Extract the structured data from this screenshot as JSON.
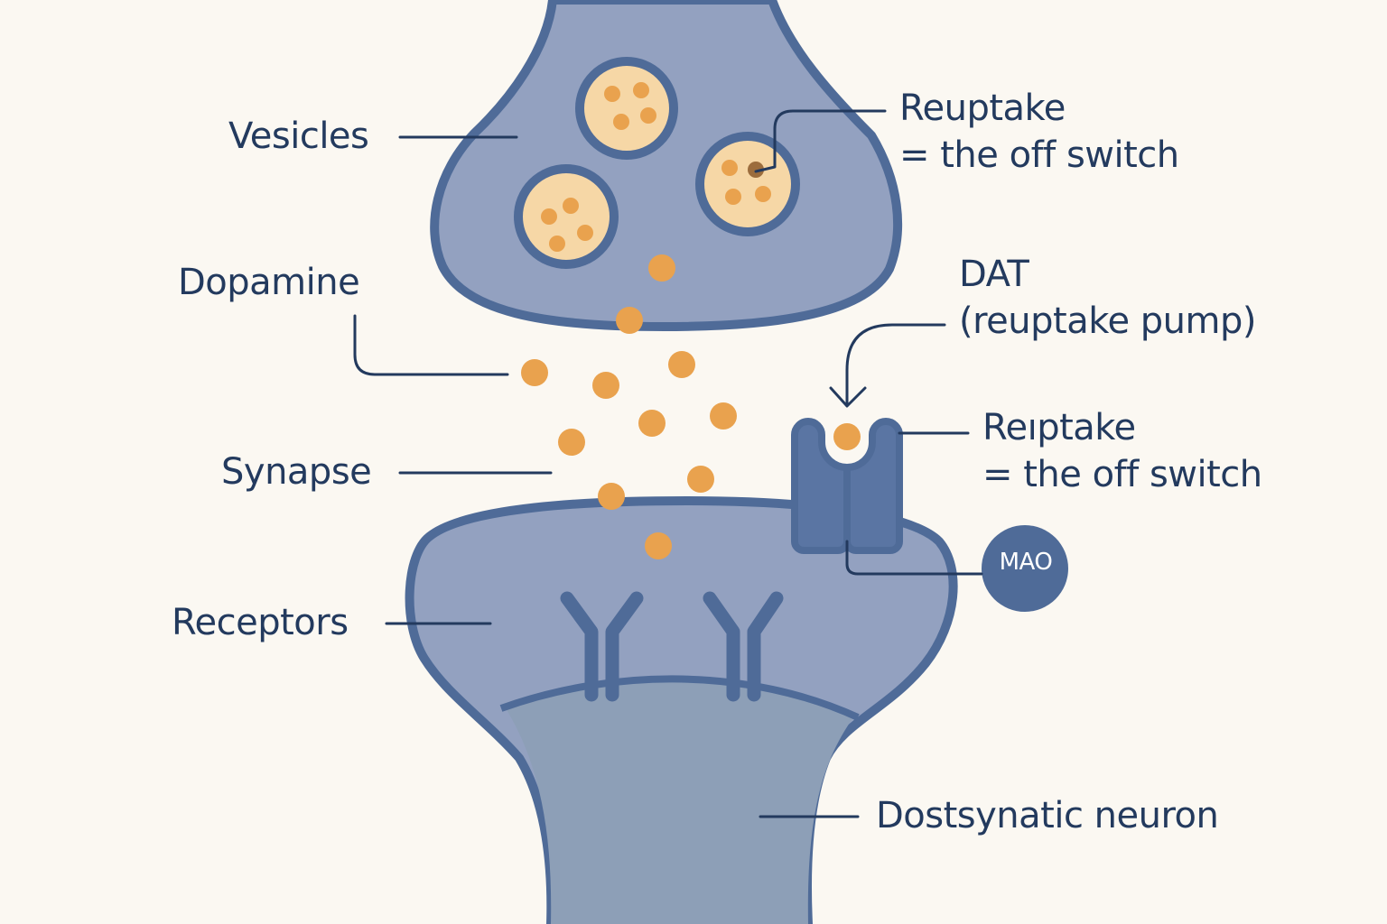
{
  "labels": {
    "vesicles": "Vesicles",
    "dopamine": "Dopamine",
    "synapse": "Synapse",
    "receptors": "Receptors",
    "reuptake_top_line1": "Reuptake",
    "reuptake_top_line2": "= the off switch",
    "dat_line1": "DAT",
    "dat_line2": "(reuptake pump)",
    "reuptake_mid_line1": "Reıptake",
    "reuptake_mid_line2": "= the off switch",
    "mao": "MAO",
    "postsynaptic": "Dostsynatic neuron"
  },
  "colors": {
    "background": "#fbf8f2",
    "neuron_fill": "#93a1c0",
    "neuron_stroke": "#4f6b98",
    "dendrite_fill": "#8d9fb7",
    "vesicle_fill": "#f6d7a6",
    "dopamine": "#e9a24e",
    "text": "#233a5e",
    "transporter": "#5a75a3",
    "mao_fill": "#4f6b98"
  }
}
